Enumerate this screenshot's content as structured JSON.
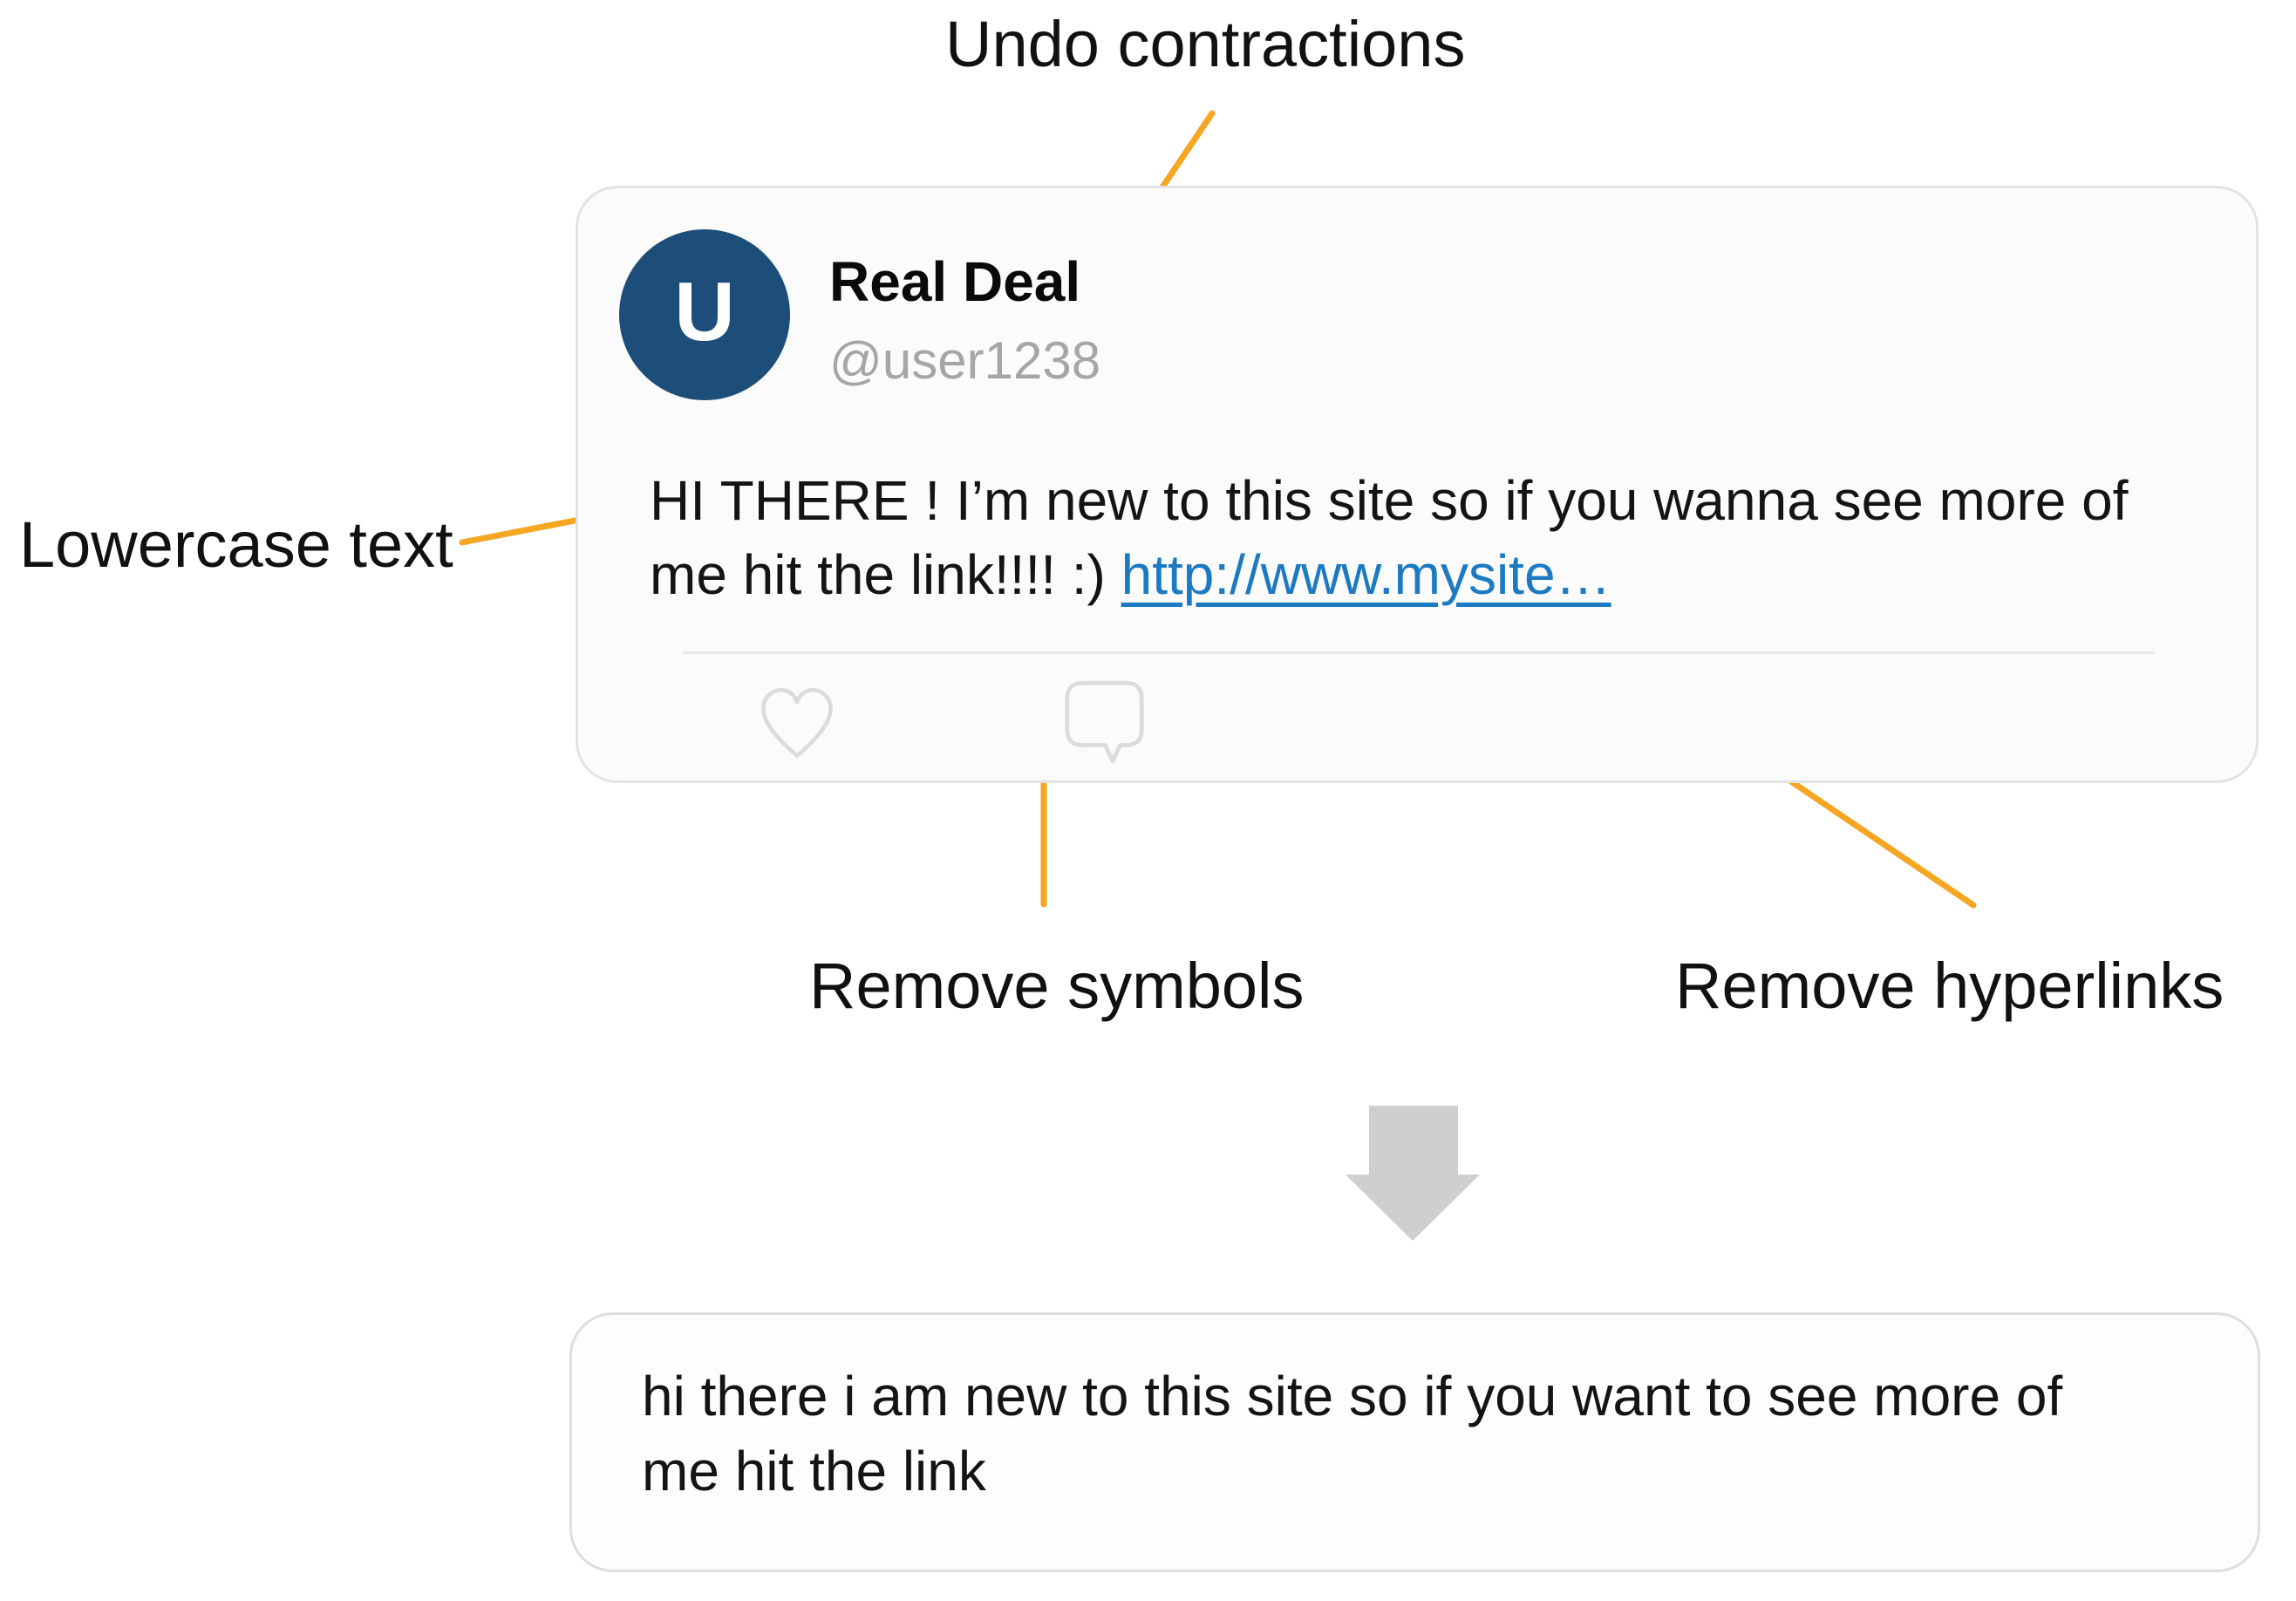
{
  "annotations": {
    "undo_contractions": "Undo contractions",
    "lowercase_text": "Lowercase text",
    "remove_symbols": "Remove symbols",
    "remove_hyperlinks": "Remove hyperlinks"
  },
  "tweet_card": {
    "avatar_letter": "U",
    "display_name": "Real Deal",
    "handle": "@user1238",
    "text_line1": "HI THERE ! I’m new to this site so if you wanna see more of",
    "text_line2": "me hit the link!!!! :) ",
    "link_text": "http://www.mysite…",
    "icons": {
      "like": "heart-icon",
      "reply": "speech-bubble-icon"
    }
  },
  "result_card": {
    "text_line1": "hi there i am new to this site so if you want to see more of",
    "text_line2": "me hit the link"
  },
  "colors": {
    "annotation_line_orange": "#F5A623",
    "avatar_blue": "#1D4E79",
    "link_blue": "#1B7AC2",
    "arrow_gray": "#CFCFCF"
  }
}
